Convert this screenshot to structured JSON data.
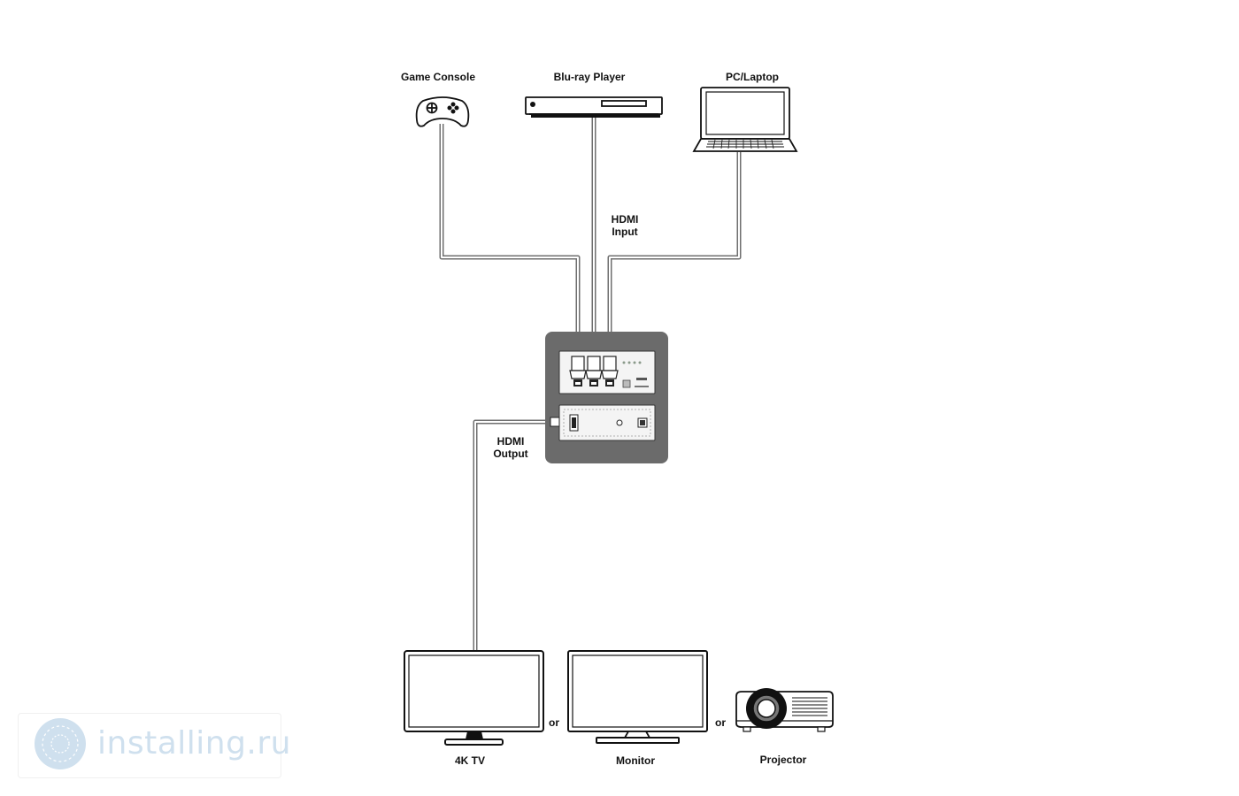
{
  "sources": {
    "game_console": "Game Console",
    "bluray_player": "Blu-ray Player",
    "pc_laptop": "PC/Laptop"
  },
  "hdmi_input": {
    "line1": "HDMI",
    "line2": "Input"
  },
  "hdmi_output": {
    "line1": "HDMI",
    "line2": "Output"
  },
  "displays": {
    "tv": "4K TV",
    "monitor": "Monitor",
    "projector": "Projector",
    "or_1": "or",
    "or_2": "or"
  },
  "watermark": {
    "text": "installing.ru"
  },
  "colors": {
    "plate": "#6b6b6b",
    "cable": "#6f6f6f",
    "device_outline": "#111111",
    "watermark": "#cfe0ee"
  }
}
